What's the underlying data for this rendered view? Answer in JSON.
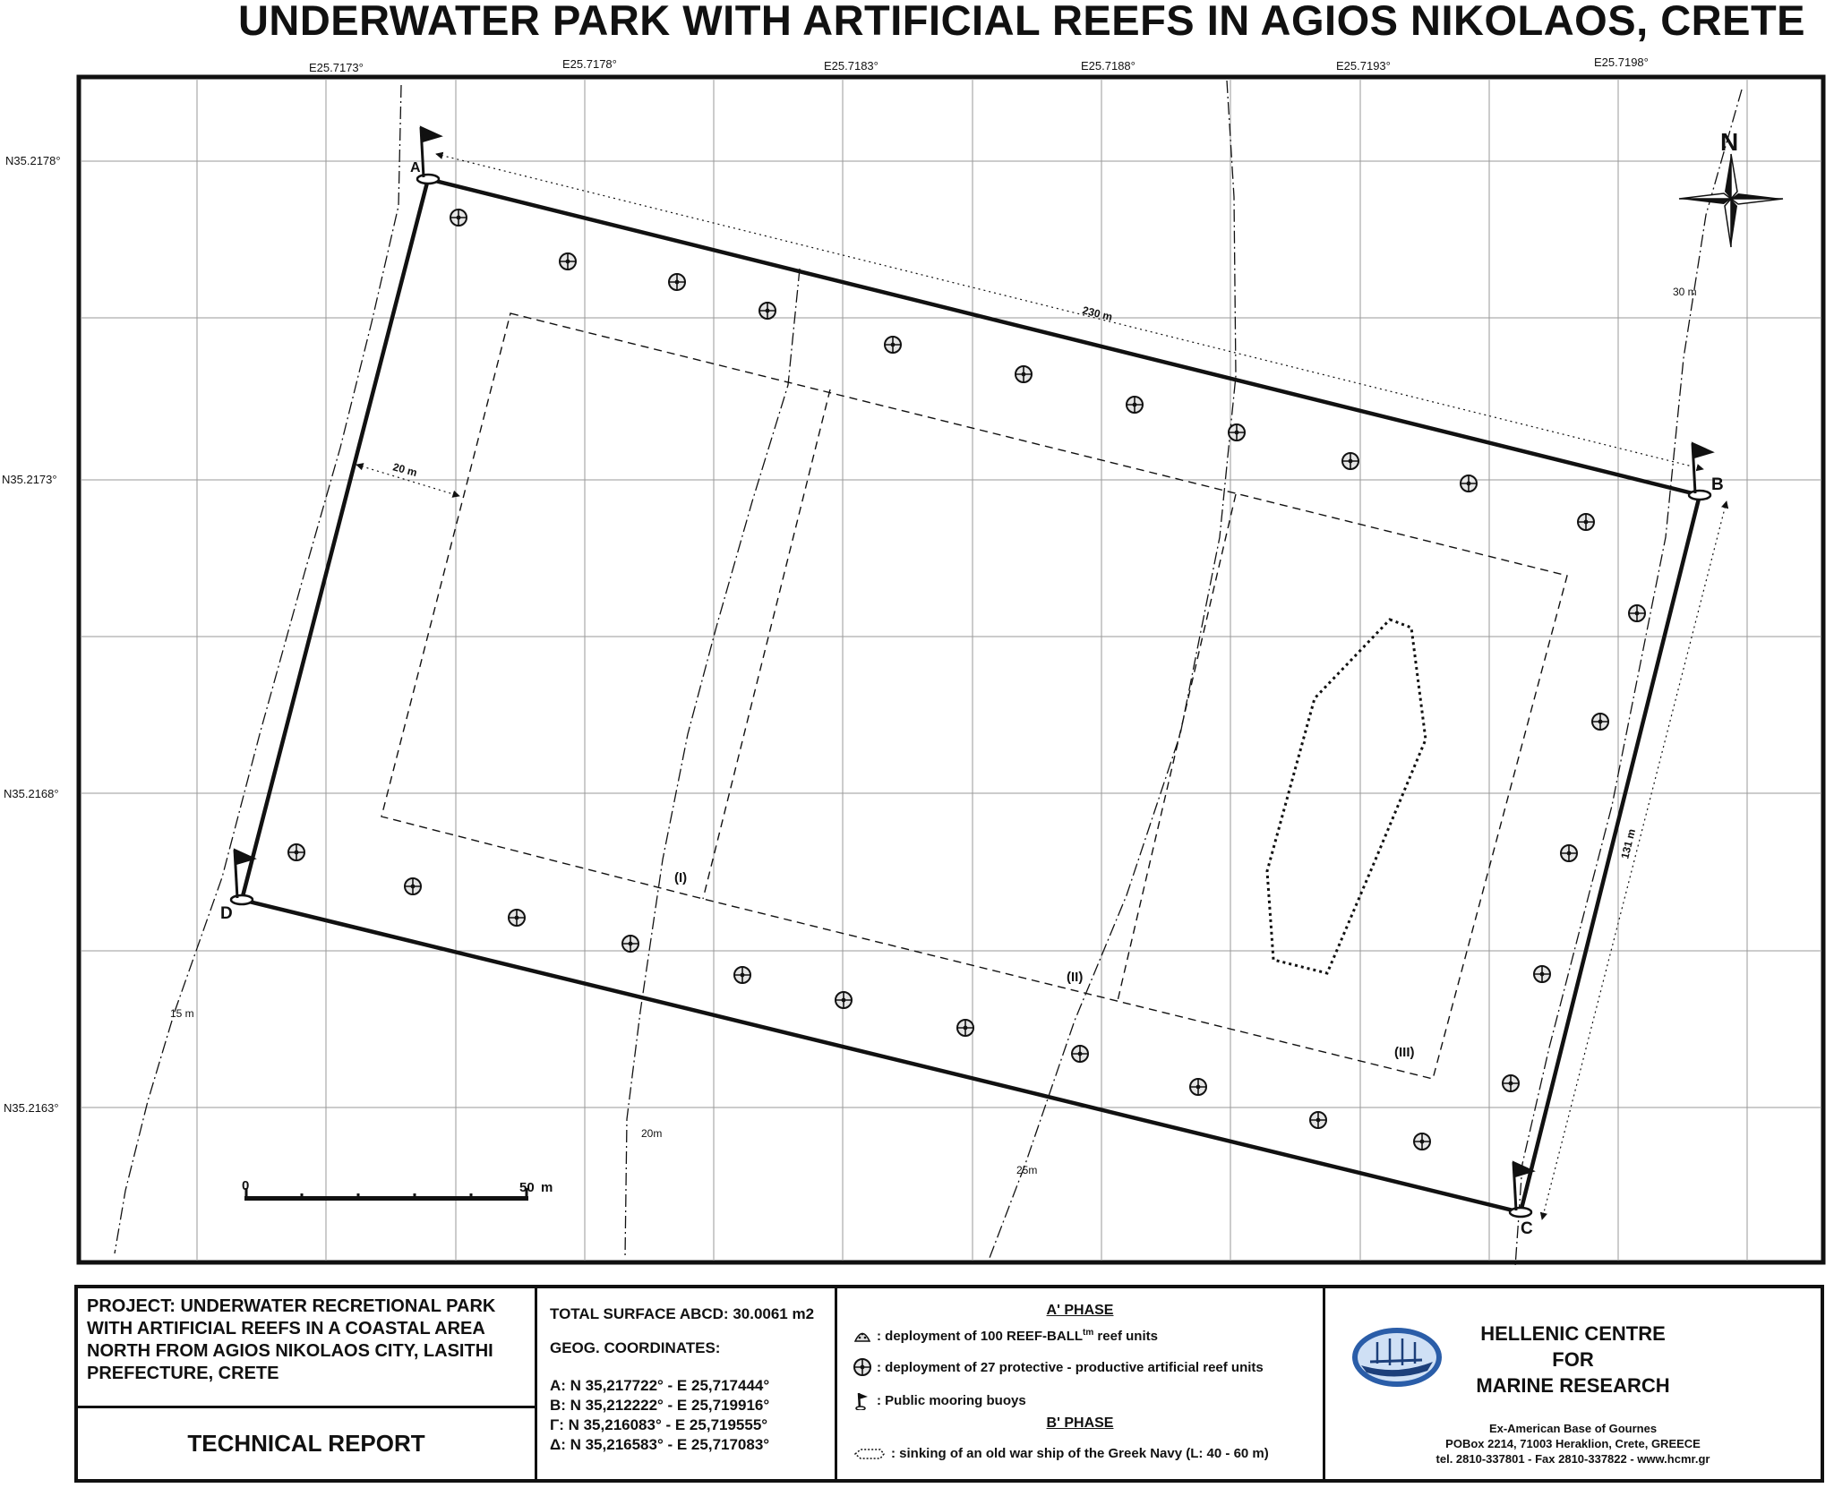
{
  "title": "UNDERWATER PARK WITH ARTIFICIAL REEFS IN AGIOS NIKOLAOS, CRETE",
  "map": {
    "longitude_labels": [
      "E25.7173°",
      "E25.7178°",
      "E25.7183°",
      "E25.7188°",
      "E25.7193°",
      "E25.7198°"
    ],
    "latitude_labels": [
      "N35.2178°",
      "N35.2173°",
      "N35.2168°",
      "N35.2163°"
    ],
    "corners": [
      "A",
      "B",
      "C",
      "D"
    ],
    "zones": [
      "(I)",
      "(II)",
      "(III)"
    ],
    "distances": {
      "ab": "230 m",
      "bc": "131 m",
      "ad": "20 m",
      "top_right": "30 m"
    },
    "depth_contours": [
      "15 m",
      "20m",
      "25m"
    ],
    "north_label": "N",
    "scale": {
      "start": "0",
      "end": "50",
      "unit": "m"
    }
  },
  "info": {
    "project": "PROJECT: UNDERWATER RECRETIONAL PARK WITH ARTIFICIAL REEFS IN A COASTAL AREA NORTH FROM AGIOS NIKOLAOS CITY, LASITHI PREFECTURE, CRETE",
    "report": "TECHNICAL REPORT",
    "surface": "TOTAL SURFACE  ABCD: 30.0061 m2",
    "geo_header": "GEOG. COORDINATES:",
    "coords": [
      "A: N 35,217722°  -  E 25,717444°",
      "B: N 35,212222°  -  E 25,719916°",
      "Γ: N 35,216083°  -  E 25,719555°",
      "Δ: N 35,216583°  -  E 25,717083°"
    ],
    "phase_a": "A' PHASE",
    "legend_reefball_pre": ": deployment of 100  REEF-BALL",
    "legend_reefball_tm": "tm",
    "legend_reefball_post": "  reef units",
    "legend_protective": ": deployment of 27 protective - productive artificial reef units",
    "legend_buoys": ": Public mooring buoys",
    "phase_b": "B' PHASE",
    "legend_ship": ": sinking of an old  war ship  of the Greek Navy (L: 40 - 60 m)",
    "org_name": [
      "HELLENIC CENTRE",
      "FOR",
      "MARINE RESEARCH"
    ],
    "org_address": [
      "Ex-American Base of Gournes",
      "POBox 2214, 71003 Heraklion, Crete, GREECE",
      "tel. 2810-337801 - Fax 2810-337822 - www.hcmr.gr"
    ]
  },
  "colors": {
    "ink": "#111111",
    "grid": "#9a9a9a"
  }
}
